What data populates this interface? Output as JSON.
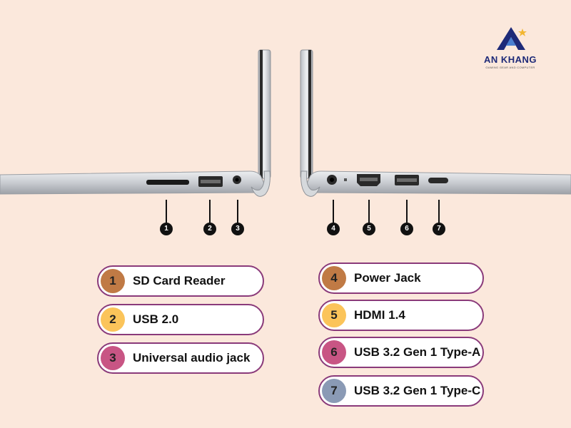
{
  "logo": {
    "brand": "AN KHANG",
    "tagline": "GAMING GEAR AND COMPUTER"
  },
  "colors": {
    "background": "#fbe8dc",
    "pill_border": "#8a3a7a",
    "badge_brown": "#c07a45",
    "badge_yellow": "#fbc45a",
    "badge_pink": "#c85584",
    "badge_blue": "#8a9ab5"
  },
  "markers": [
    "1",
    "2",
    "3",
    "4",
    "5",
    "6",
    "7"
  ],
  "left_ports": [
    {
      "num": "1",
      "label": "SD Card Reader"
    },
    {
      "num": "2",
      "label": "USB 2.0"
    },
    {
      "num": "3",
      "label": "Universal audio jack"
    }
  ],
  "right_ports": [
    {
      "num": "4",
      "label": "Power Jack"
    },
    {
      "num": "5",
      "label": "HDMI 1.4"
    },
    {
      "num": "6",
      "label": "USB 3.2 Gen 1 Type-A"
    },
    {
      "num": "7",
      "label": "USB 3.2 Gen 1 Type-C"
    }
  ]
}
